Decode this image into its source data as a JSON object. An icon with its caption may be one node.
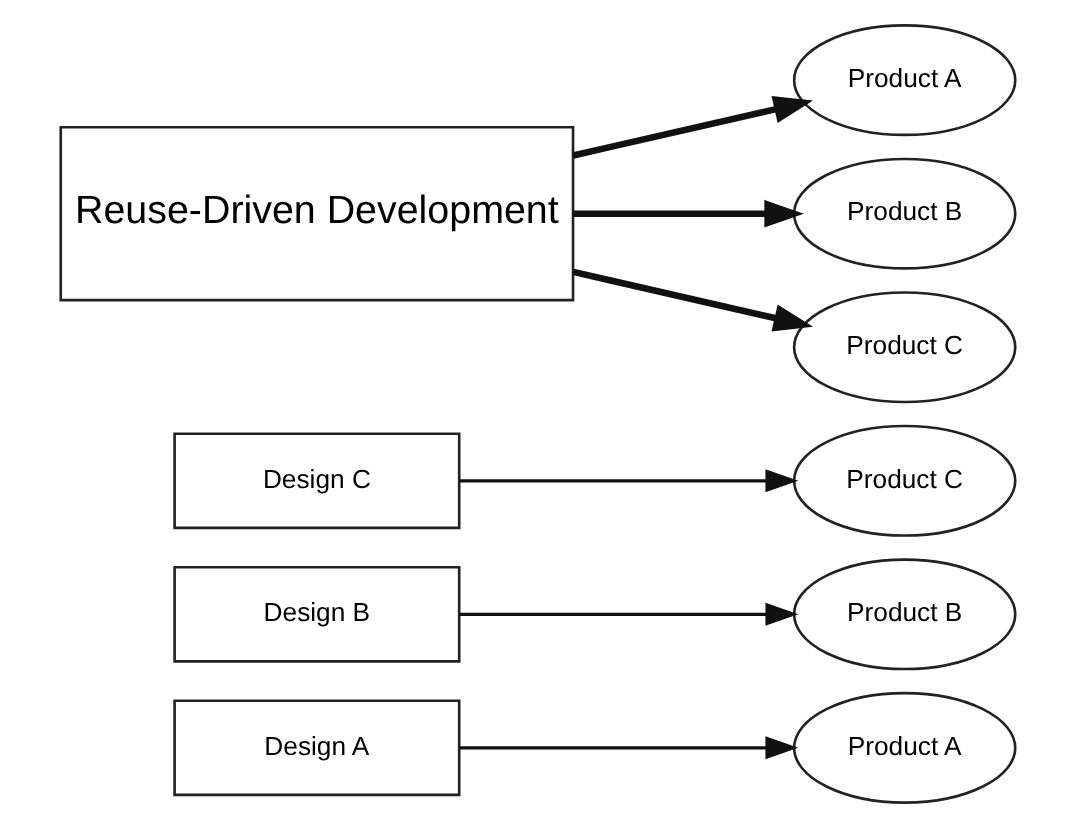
{
  "diagram": {
    "nodes": [
      {
        "text": [
          "Design A"
        ]
      },
      {
        "text": [
          "Design B"
        ]
      },
      {
        "text": [
          "Design C"
        ]
      },
      {
        "text": [
          "Product A"
        ]
      },
      {
        "text": [
          "Product B"
        ]
      },
      {
        "text": [
          "Product C"
        ]
      },
      {
        "text": [
          "Reuse-Driven Development"
        ]
      },
      {
        "text": [
          "Product A"
        ]
      },
      {
        "text": [
          "Product B"
        ]
      },
      {
        "text": [
          "Product C"
        ]
      }
    ],
    "edges": [
      {
        "from": 0,
        "to": 3,
        "arrow": "to"
      },
      {
        "from": 1,
        "to": 4,
        "arrow": "to"
      },
      {
        "from": 2,
        "to": 5,
        "arrow": "to"
      },
      {
        "from": 6,
        "to": 7,
        "arrow": "to",
        "style": "thick"
      },
      {
        "from": 6,
        "to": 8,
        "arrow": "to",
        "style": "thick"
      },
      {
        "from": 6,
        "to": 9,
        "arrow": "to",
        "style": "thick"
      }
    ]
  }
}
